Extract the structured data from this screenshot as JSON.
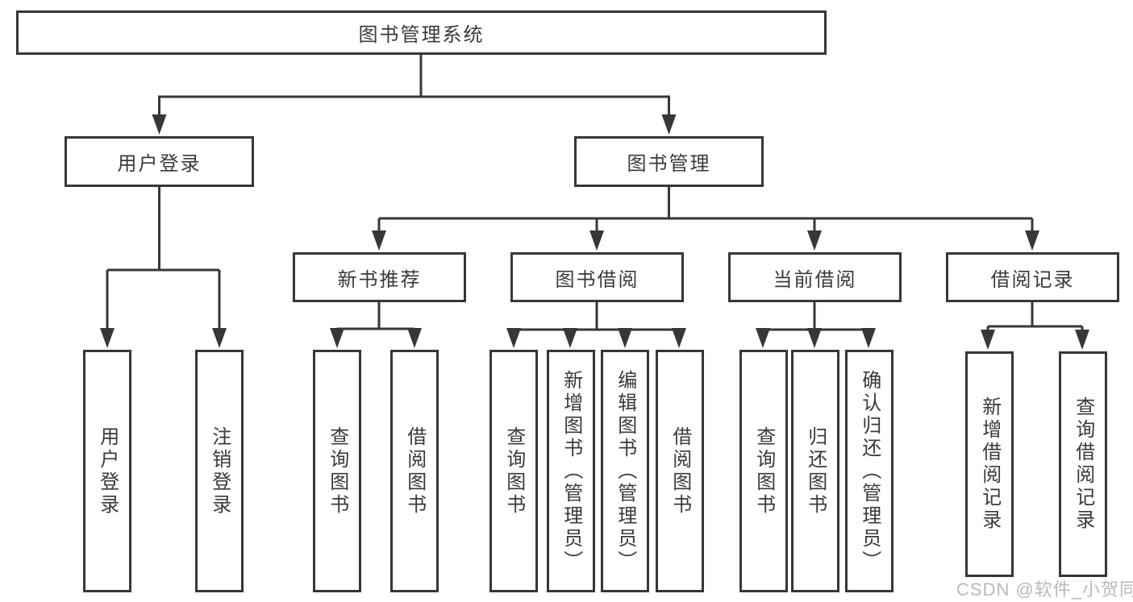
{
  "diagram": {
    "root": "图书管理系统",
    "user_login": {
      "label": "用户登录",
      "children": [
        "用户登录",
        "注销登录"
      ]
    },
    "book_mgmt": {
      "label": "图书管理",
      "sections": [
        {
          "label": "新书推荐",
          "children": [
            "查询图书",
            "借阅图书"
          ]
        },
        {
          "label": "图书借阅",
          "children": [
            "查询图书",
            "新增图书（管理员）",
            "编辑图书（管理员）",
            "借阅图书"
          ]
        },
        {
          "label": "当前借阅",
          "children": [
            "查询图书",
            "归还图书",
            "确认归还（管理员）"
          ]
        },
        {
          "label": "借阅记录",
          "children": [
            "新增借阅记录",
            "查询借阅记录"
          ]
        }
      ]
    }
  },
  "colors": {
    "line": "#373737",
    "text": "#3a3a3a",
    "background": "#ffffff",
    "watermark": "#b9b9b9"
  },
  "watermark": "CSDN @软件_小贺同学"
}
